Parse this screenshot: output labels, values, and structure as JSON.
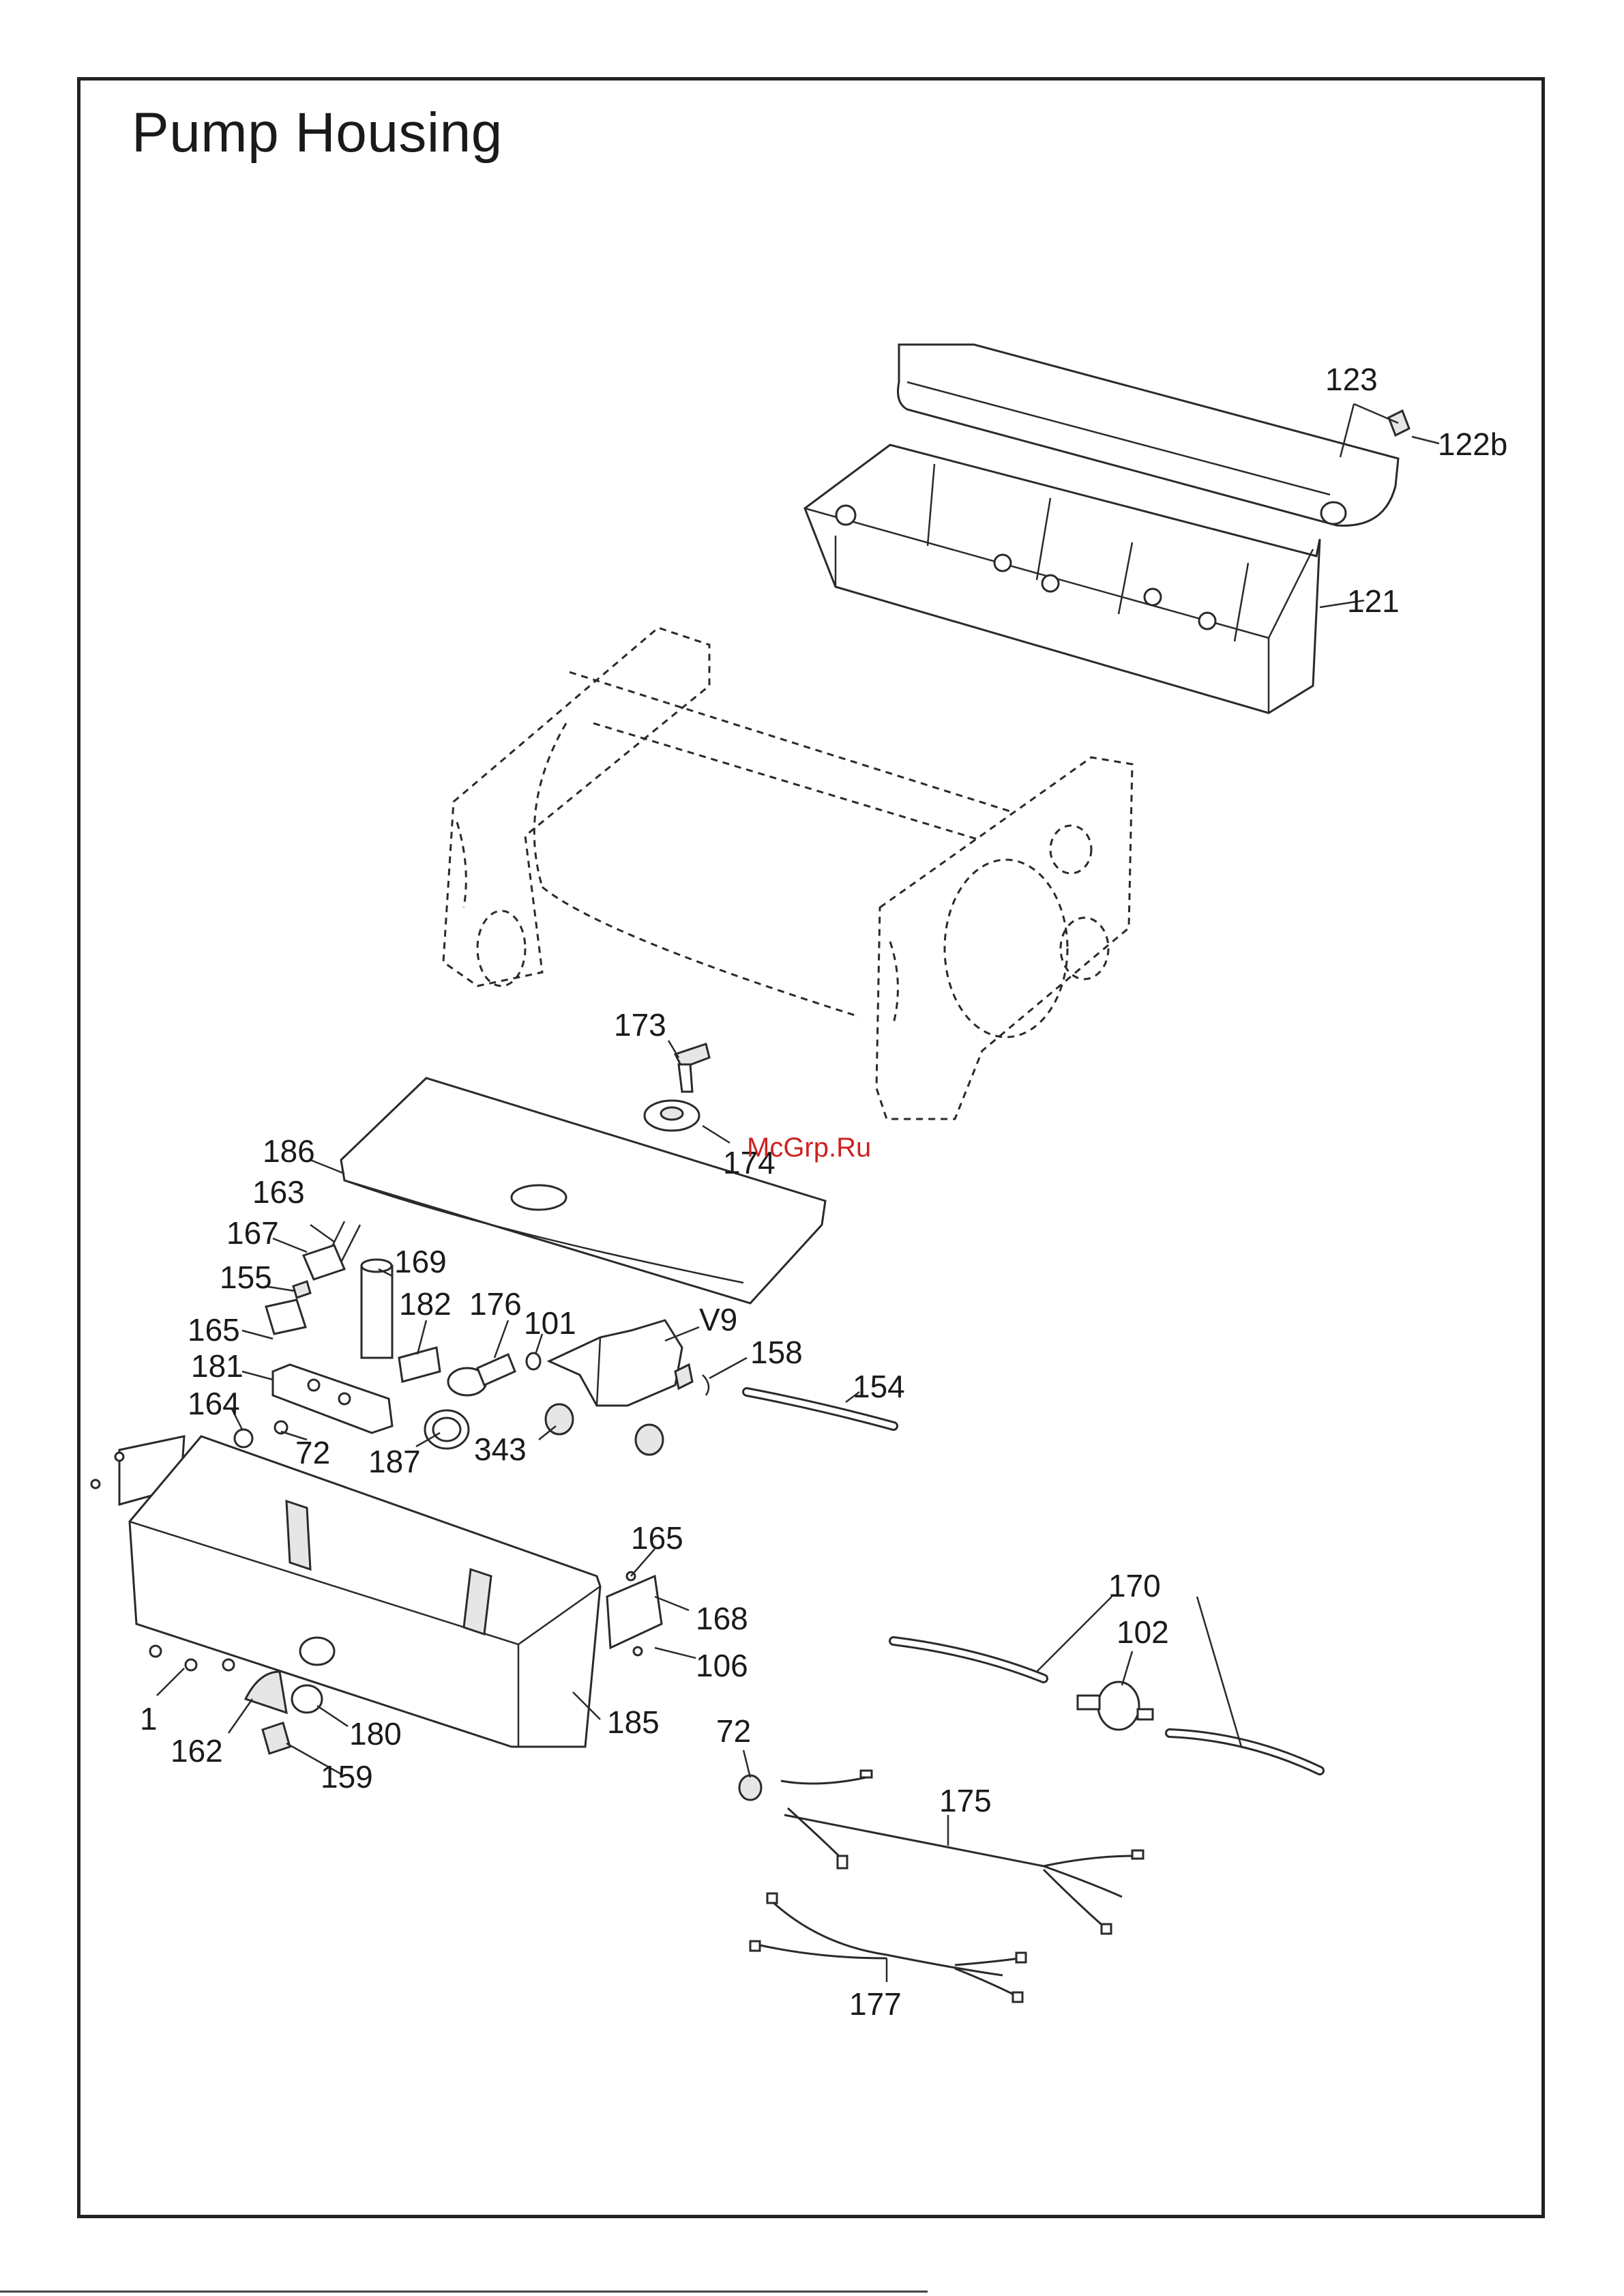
{
  "title": "Pump Housing",
  "watermark": "McGrp.Ru",
  "labels": {
    "l123": "123",
    "l122b": "122b",
    "l121": "121",
    "l173": "173",
    "l174": "174",
    "l186": "186",
    "l163": "163",
    "l167": "167",
    "l169": "169",
    "l155": "155",
    "l182": "182",
    "l176": "176",
    "l101": "101",
    "lV9": "V9",
    "l158": "158",
    "l154": "154",
    "l165a": "165",
    "l181": "181",
    "l164": "164",
    "l72a": "72",
    "l187": "187",
    "l343": "343",
    "l165b": "165",
    "l168": "168",
    "l106": "106",
    "l170": "170",
    "l102": "102",
    "l1": "1",
    "l162": "162",
    "l180": "180",
    "l185": "185",
    "l159": "159",
    "l72b": "72",
    "l175": "175",
    "l177": "177"
  }
}
